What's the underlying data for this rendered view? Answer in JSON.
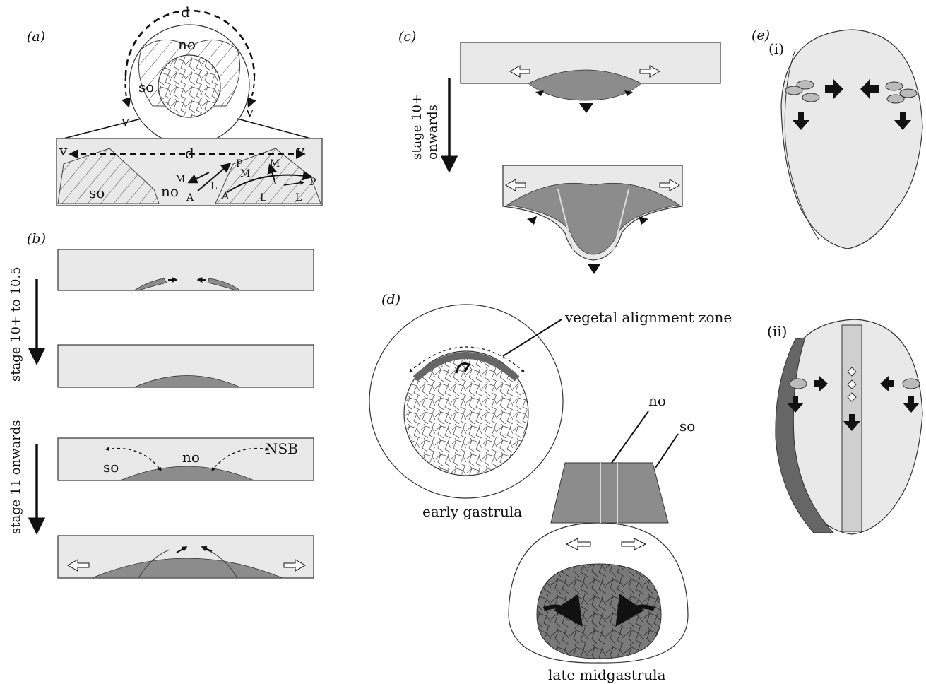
{
  "panels": {
    "a": {
      "tag": "(a)",
      "labels": {
        "d_top": "d",
        "no": "no",
        "so": "so",
        "v_left": "v",
        "v_right": "v",
        "v_strip_left": "v",
        "v_strip_right": "v",
        "d_strip": "d",
        "so_strip": "so",
        "no_strip": "no",
        "M1": "M",
        "L1": "L",
        "A1": "A",
        "P1": "P",
        "M2": "M",
        "M3": "M",
        "A2": "A",
        "L2": "L",
        "L3": "L",
        "P2": "P"
      }
    },
    "b": {
      "tag": "(b)",
      "stage_top": "stage 10+ to 10.5",
      "stage_bottom": "stage 11 onwards",
      "labels": {
        "so": "so",
        "no": "no",
        "nsb": "NSB"
      }
    },
    "c": {
      "tag": "(c)",
      "stage_line1": "stage 10+",
      "stage_line2": "onwards"
    },
    "d": {
      "tag": "(d)",
      "vegetal": "vegetal alignment zone",
      "early": "early gastrula",
      "late": "late midgastrula",
      "no": "no",
      "so": "so"
    },
    "e": {
      "tag": "(e)",
      "sub1": "(i)",
      "sub2": "(ii)"
    }
  },
  "colors": {
    "box_fill": "#e9e9e9",
    "tissue": "#8c8c8c",
    "notochord_strip": "#cfcfcf",
    "dark_yolk": "#6d6d6d"
  }
}
